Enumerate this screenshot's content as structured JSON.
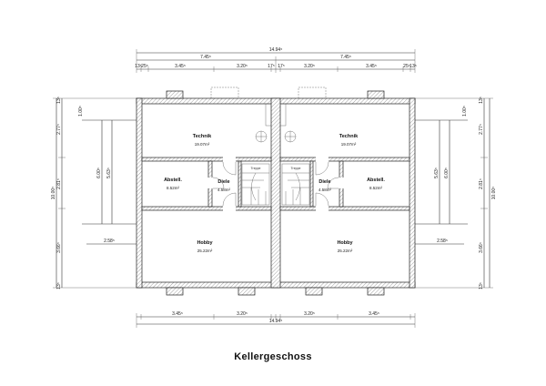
{
  "caption": "Kellergeschoss",
  "dims_top": {
    "total": "14.94⁵",
    "left_half": "7.45⁵",
    "right_half": "7.45⁵",
    "segments": [
      "13⁵",
      "25⁵",
      "3.45⁵",
      "3.20⁵",
      "17⁵",
      "17⁵",
      "3.20⁵",
      "3.45⁵",
      "25⁵",
      "13⁵"
    ]
  },
  "dims_bottom": {
    "total": "14.94⁵",
    "segments": [
      "3.45⁵",
      "3.20⁵",
      "3.20⁵",
      "3.45⁵"
    ]
  },
  "dims_left": {
    "total": "10.00⁵",
    "segments": [
      "2.77⁵",
      "2.81⁵",
      "3.66⁵"
    ],
    "inner_a": "6.00⁵",
    "inner_b": "5.63⁵",
    "light_well": "1.00⁵",
    "bottom_outer": "2.58⁵"
  },
  "dims_right": {
    "total": "10.00⁵",
    "segments": [
      "2.77⁵",
      "2.81⁵",
      "3.66⁵"
    ],
    "inner_a": "5.63⁵",
    "inner_b": "6.00⁵",
    "light_well": "1.00⁵",
    "bottom_outer": "2.58⁵"
  },
  "rooms": {
    "technik_left": {
      "name": "Technik",
      "area": "19.07m²"
    },
    "technik_right": {
      "name": "Technik",
      "area": "19.07m²"
    },
    "abstell_left": {
      "name": "Abstell.",
      "area": "8.52m²"
    },
    "abstell_right": {
      "name": "Abstell.",
      "area": "8.52m²"
    },
    "diele_left": {
      "name": "Diele",
      "area": "4.58m²"
    },
    "diele_right": {
      "name": "Diele",
      "area": "4.58m²"
    },
    "hobby_left": {
      "name": "Hobby",
      "area": "25.22m²"
    },
    "hobby_right": {
      "name": "Hobby",
      "area": "25.22m²"
    }
  },
  "stair_label": "Treppe"
}
